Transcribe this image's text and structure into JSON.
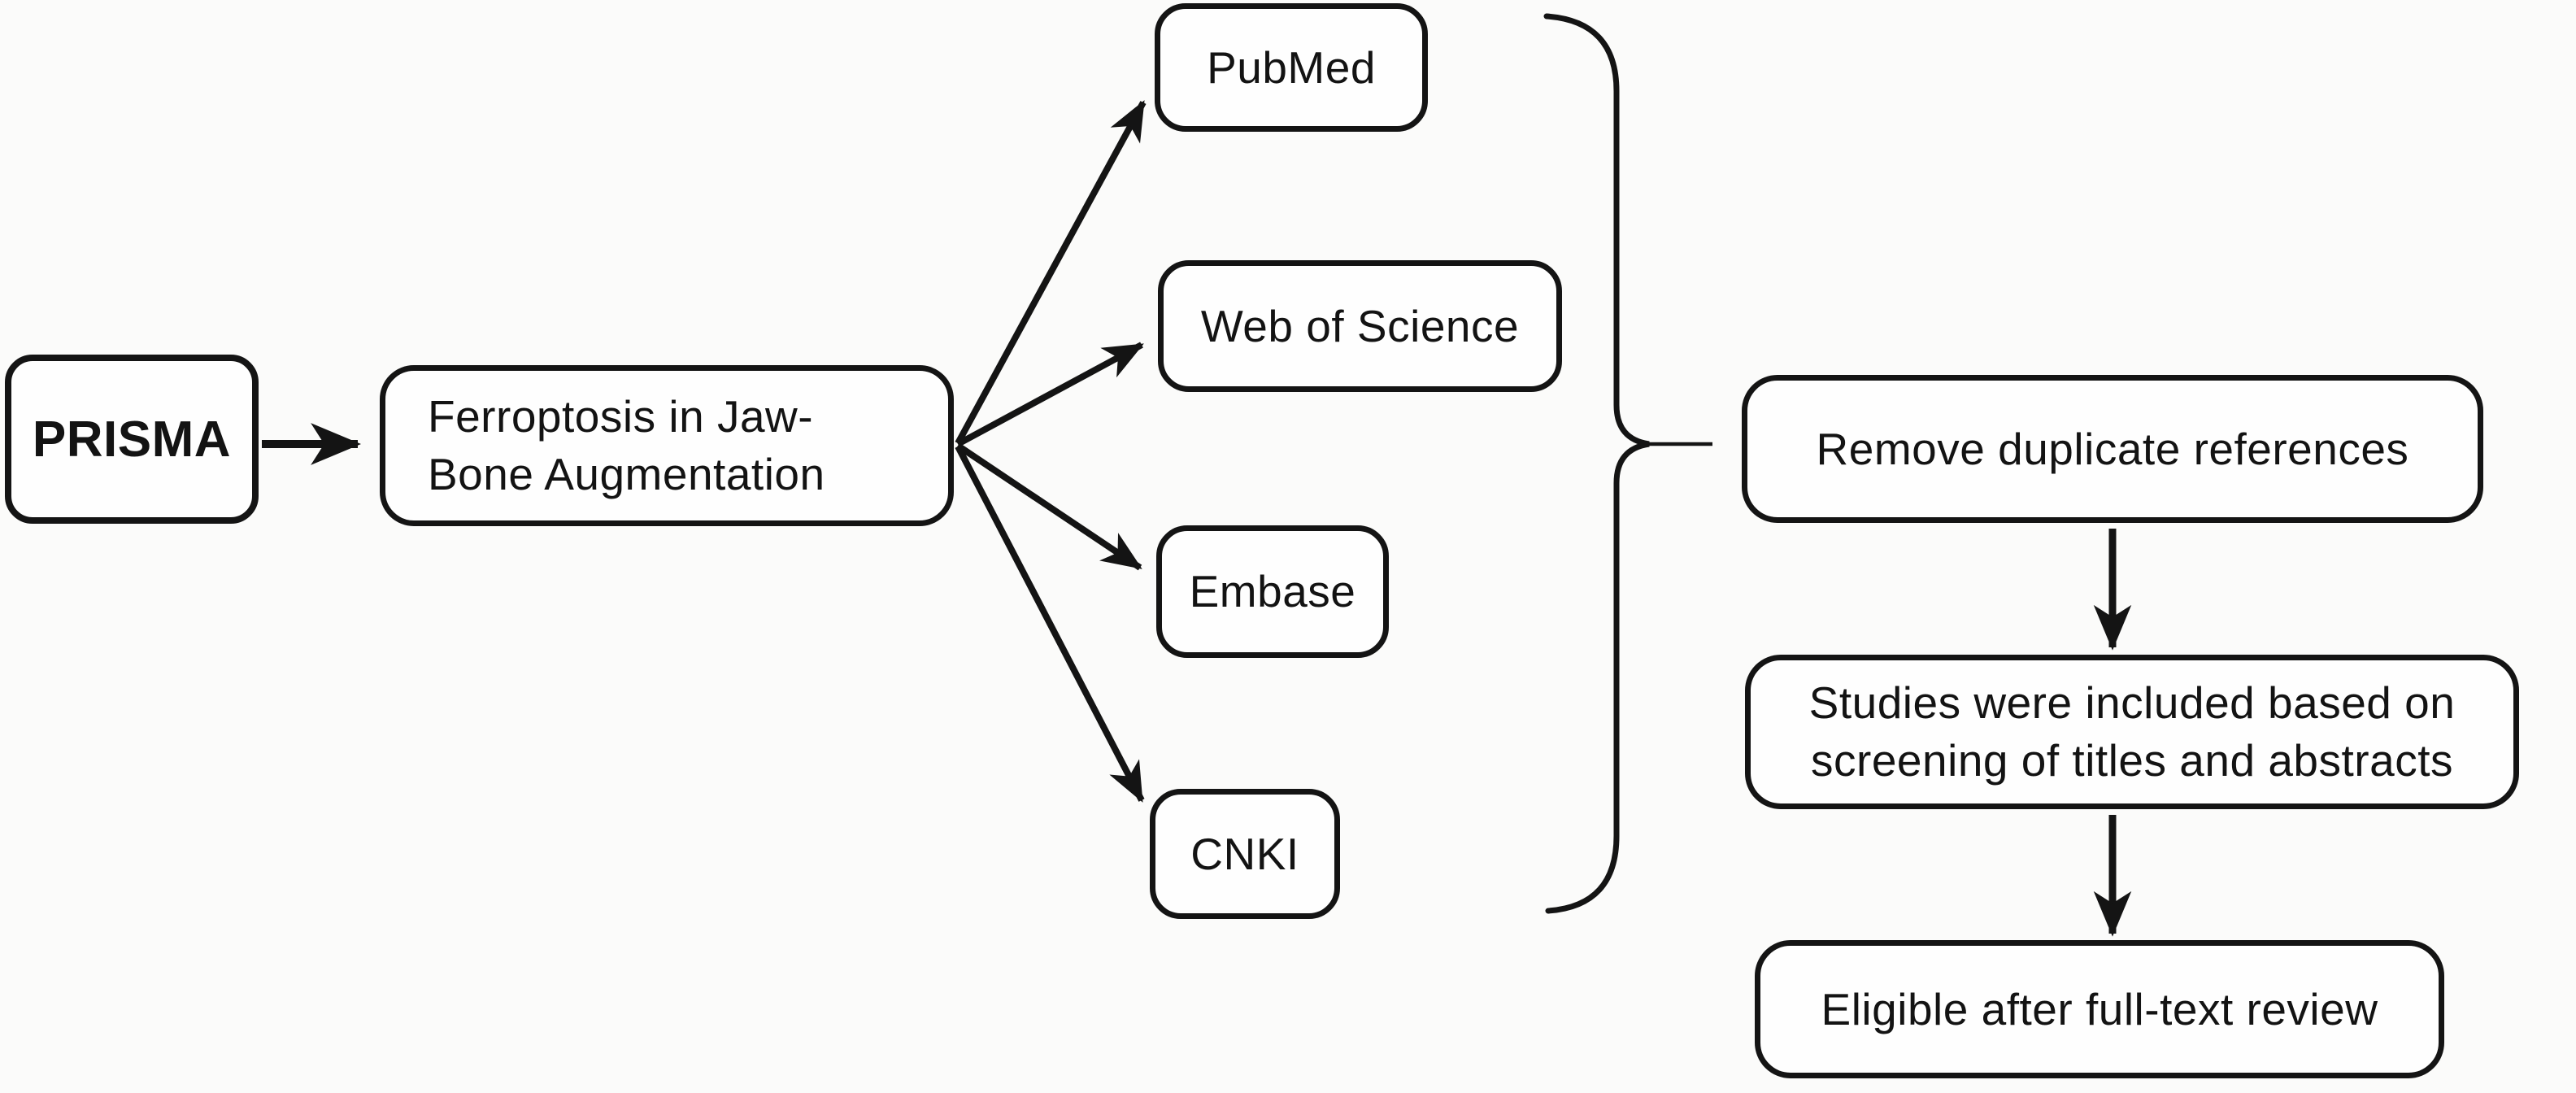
{
  "diagram": {
    "title_node": {
      "label": "PRISMA"
    },
    "topic_node": {
      "line1": "Ferroptosis in Jaw-",
      "line2": "Bone Augmentation"
    },
    "databases": [
      {
        "label": "PubMed"
      },
      {
        "label": "Web of Science"
      },
      {
        "label": "Embase"
      },
      {
        "label": "CNKI"
      }
    ],
    "steps": [
      {
        "label": "Remove duplicate references"
      },
      {
        "line1": "Studies were included based on",
        "line2": "screening of titles and abstracts"
      },
      {
        "label": "Eligible after full-text review"
      }
    ],
    "colors": {
      "stroke": "#141414",
      "background": "#fbfbfa",
      "box_fill": "#fefefe"
    }
  }
}
